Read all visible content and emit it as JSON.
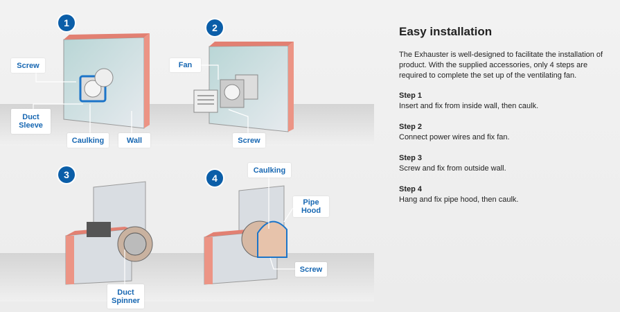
{
  "title": "Easy installation",
  "intro": "The Exhauster is well-designed to facilitate the installation of product. With the supplied accessories, only 4 steps are required to complete the set up of the ventilating fan.",
  "steps": [
    {
      "label": "Step 1",
      "text": "Insert and fix from inside wall, then caulk."
    },
    {
      "label": "Step 2",
      "text": "Connect power wires and fix fan."
    },
    {
      "label": "Step 3",
      "text": "Screw and fix from outside wall."
    },
    {
      "label": "Step 4",
      "text": "Hang and fix pipe hood, then caulk."
    }
  ],
  "badges": [
    "1",
    "2",
    "3",
    "4"
  ],
  "callouts": {
    "screw1": "Screw",
    "duct_sleeve": "Duct Sleeve",
    "caulking1": "Caulking",
    "wall": "Wall",
    "fan": "Fan",
    "screw2": "Screw",
    "duct_spinner": "Duct Spinner",
    "caulking4": "Caulking",
    "pipe_hood": "Pipe Hood",
    "screw4": "Screw"
  },
  "colors": {
    "accent": "#1767b2",
    "badge": "#0b5ea8",
    "brick": "#e7857a"
  }
}
